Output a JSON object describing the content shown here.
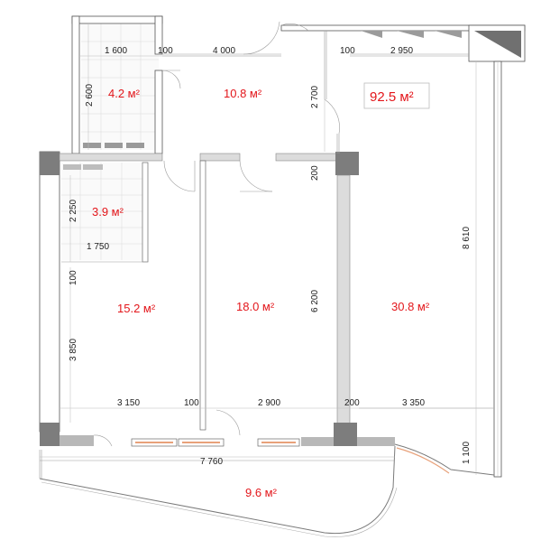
{
  "plan": {
    "total_area": "92.5 м²",
    "rooms": [
      {
        "key": "bath-top",
        "area": "4.2 м²"
      },
      {
        "key": "hall",
        "area": "10.8 м²"
      },
      {
        "key": "bath-left",
        "area": "3.9 м²"
      },
      {
        "key": "room-left",
        "area": "15.2 м²"
      },
      {
        "key": "room-middle",
        "area": "18.0 м²"
      },
      {
        "key": "room-right",
        "area": "30.8 м²"
      },
      {
        "key": "balcony",
        "area": "9.6 м²"
      }
    ],
    "dimensions": {
      "d1600": "1 600",
      "d100a": "100",
      "d4000": "4 000",
      "d100b": "100",
      "d2950": "2 950",
      "d2600": "2 600",
      "d2700": "2 700",
      "d200a": "200",
      "d2250": "2 250",
      "d1750": "1 750",
      "d100c": "100",
      "d8610": "8 610",
      "d6200": "6 200",
      "d3850": "3 850",
      "d3150": "3 150",
      "d100d": "100",
      "d2900": "2 900",
      "d200b": "200",
      "d3350": "3 350",
      "d1100": "1 100",
      "d7760": "7 760"
    }
  }
}
